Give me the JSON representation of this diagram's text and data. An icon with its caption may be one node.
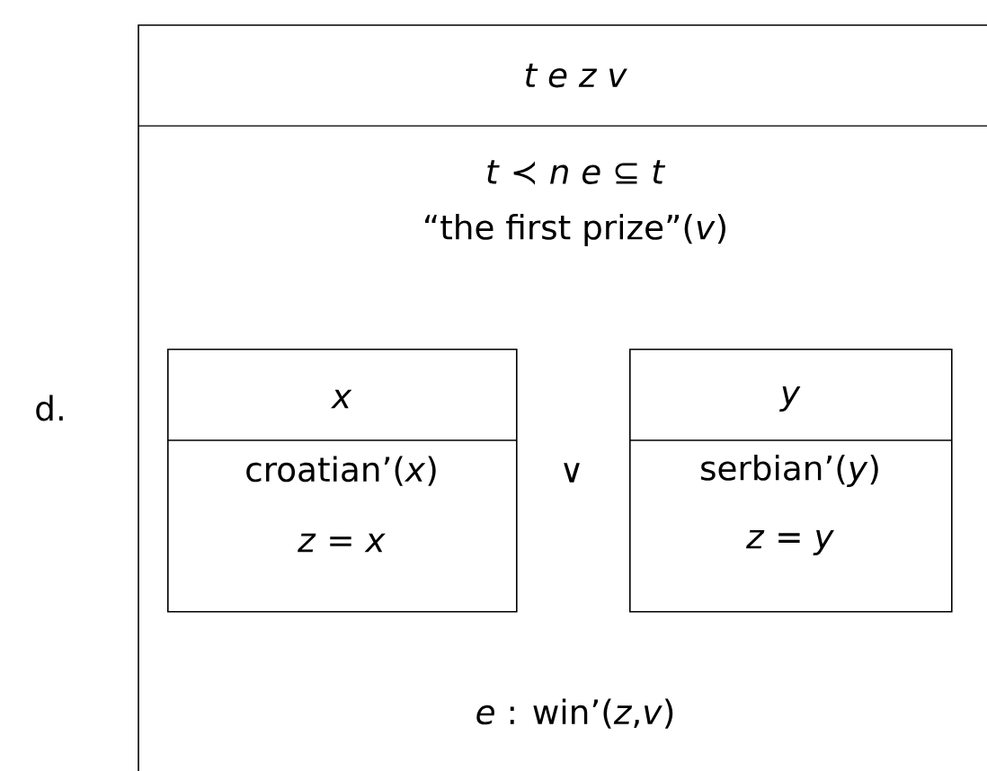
{
  "diagram": {
    "nodes": [
      {
        "text": [
          "t e z v",
          "*t* ≺ *n*  *e* ⊆ *t*",
          "“the first prize”(*v*)",
          "*e* : win’(*z*,*v*)"
        ]
      },
      {
        "text": [
          "x",
          "croatian’(*x*)",
          "*z* = *x*"
        ],
        "in": 0
      },
      {
        "text": [
          "y",
          "serbian’(*y*)",
          "*z* = *y*"
        ],
        "in": 0
      }
    ],
    "labels": [
      "d.",
      "∨"
    ]
  }
}
